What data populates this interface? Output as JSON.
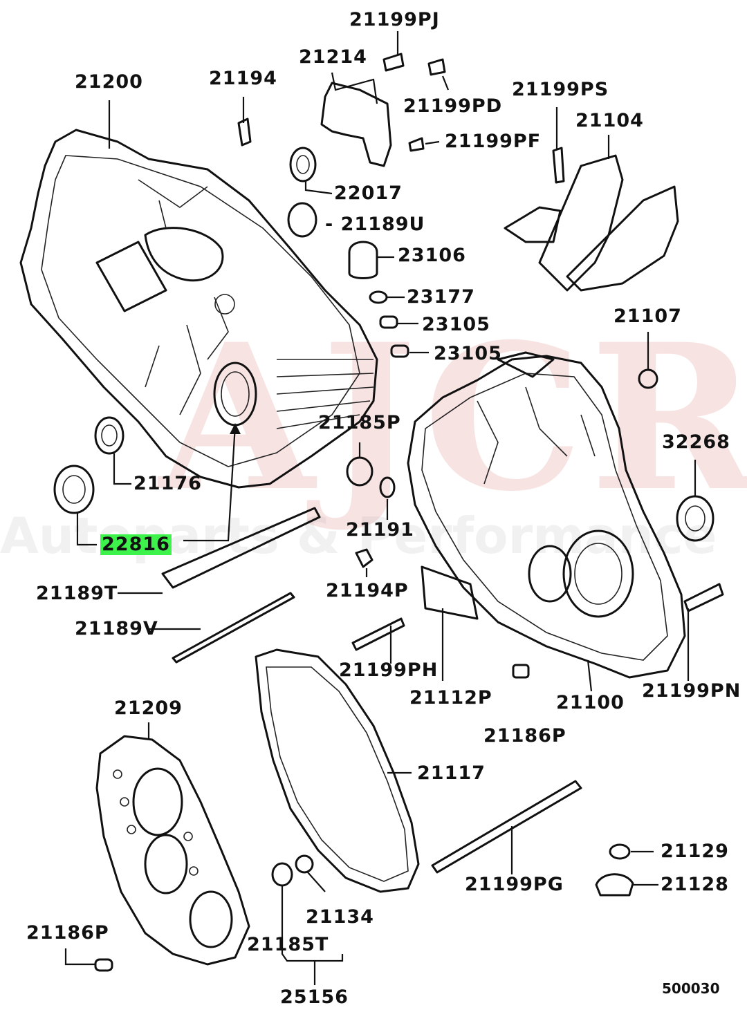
{
  "watermark": {
    "brand": "AJCR",
    "tagline": "Autoparts & Performance"
  },
  "diagram_code": "500030",
  "highlighted_part": "22816",
  "labels": {
    "p21199PJ": "21199PJ",
    "p21214": "21214",
    "p21200": "21200",
    "p21194": "21194",
    "p21199PD": "21199PD",
    "p21199PS": "21199PS",
    "p21104": "21104",
    "p21199PF": "21199PF",
    "p22017": "22017",
    "p21189U": "- 21189U",
    "p23106": "23106",
    "p23177": "23177",
    "p23105a": "23105",
    "p23105b": "23105",
    "p21107": "21107",
    "p21185P": "21185P",
    "p32268": "32268",
    "p21176": "21176",
    "p22816": "22816",
    "p21191": "21191",
    "p21189T": "21189T",
    "p21194P": "21194P",
    "p21189V": "21189V",
    "p21199PH": "21199PH",
    "p21112P": "21112P",
    "p21100": "21100",
    "p21199PN": "21199PN",
    "p21209": "21209",
    "p21186Pa": "21186P",
    "p21117": "21117",
    "p21129": "21129",
    "p21128": "21128",
    "p21199PG": "21199PG",
    "p21134": "21134",
    "p21186Pb": "21186P",
    "p21185T": "21185T",
    "p25156": "25156"
  }
}
